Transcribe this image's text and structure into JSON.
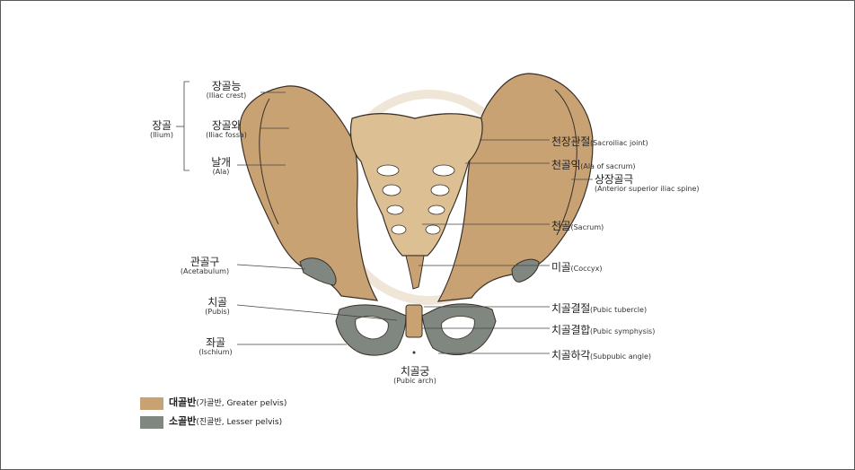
{
  "labels": {
    "ilium": {
      "ko": "장골",
      "en": "(Ilium)"
    },
    "iliac_crest": {
      "ko": "장골능",
      "en": "(Iliac crest)"
    },
    "iliac_fossa": {
      "ko": "장골와",
      "en": "(Iliac fossa)"
    },
    "ala": {
      "ko": "날개",
      "en": "(Ala)"
    },
    "acetabulum": {
      "ko": "관골구",
      "en": "(Acetabulum)"
    },
    "pubis": {
      "ko": "치골",
      "en": "(Pubis)"
    },
    "ischium": {
      "ko": "좌골",
      "en": "(Ischium)"
    },
    "pubic_arch": {
      "ko": "치골궁",
      "en": "(Pubic arch)"
    },
    "sacroiliac": {
      "ko": "천장관절",
      "en": "(Sacroiliac joint)"
    },
    "ala_sacrum": {
      "ko": "천골익",
      "en": "(Ala of sacrum)"
    },
    "asis": {
      "ko": "상장골극",
      "en": "(Anterior superior iliac spine)"
    },
    "sacrum": {
      "ko": "천골",
      "en": "(Sacrum)"
    },
    "coccyx": {
      "ko": "미골",
      "en": "(Coccyx)"
    },
    "pubic_tubercle": {
      "ko": "치골결절",
      "en": "(Pubic tubercle)"
    },
    "pubic_symphysis": {
      "ko": "치골결합",
      "en": "(Pubic symphysis)"
    },
    "subpubic_angle": {
      "ko": "치골하각",
      "en": "(Subpubic angle)"
    }
  },
  "legend": [
    {
      "ko": "대골반",
      "detail": "(가골반, Greater pelvis)",
      "color": "#c9a274"
    },
    {
      "ko": "소골반",
      "detail": "(진골반, Lesser pelvis)",
      "color": "#7f8780"
    }
  ],
  "colors": {
    "bone": "#c9a274",
    "bone_light": "#ddbf94",
    "lesser": "#7f8780",
    "outline": "#3a2f26"
  }
}
